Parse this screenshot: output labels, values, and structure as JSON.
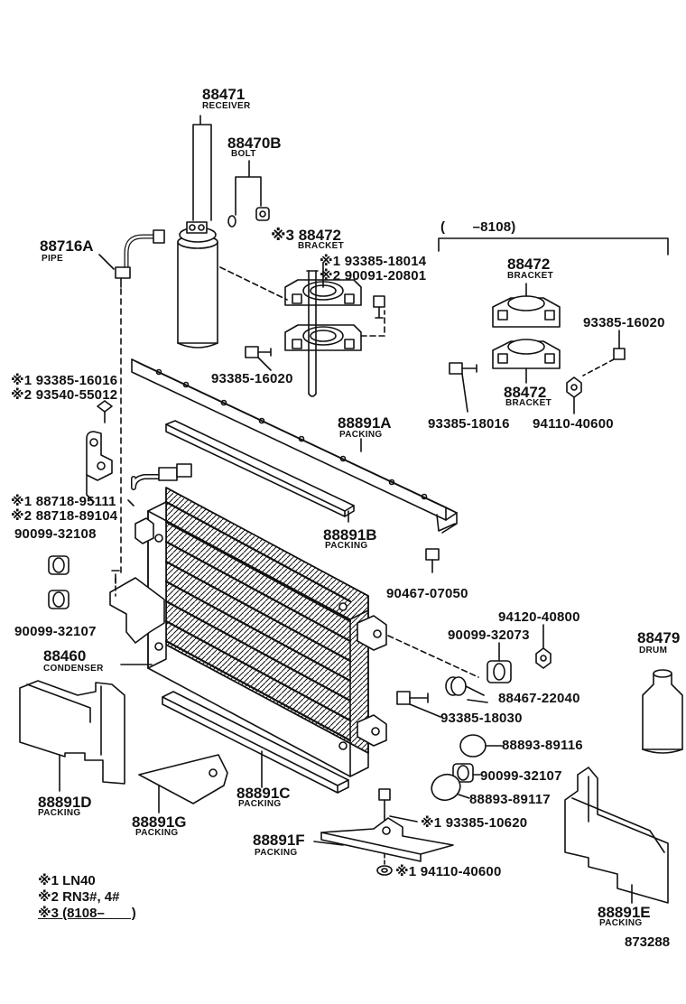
{
  "parts": {
    "receiver": {
      "number": "88471",
      "name": "RECEIVER"
    },
    "bolt": {
      "number": "88470B",
      "name": "BOLT"
    },
    "bracket_main": {
      "mark": "※3",
      "number": "88472",
      "name": "BRACKET"
    },
    "bracket_bolt": {
      "v1": "※1 93385-18014",
      "v2": "※2 90091-20801"
    },
    "pipe": {
      "number": "88716A",
      "name": "PIPE"
    },
    "bolt_93385_16020_a": {
      "number": "93385-16020"
    },
    "screw_16016": {
      "v1": "※1 93385-16016",
      "v2": "※2 93540-55012"
    },
    "packing_a": {
      "number": "88891A",
      "name": "PACKING"
    },
    "packing_b": {
      "number": "88891B",
      "name": "PACKING"
    },
    "bracket_88718": {
      "v1": "※1 88718-95111",
      "v2": "※2 88718-89104"
    },
    "grommet_32108": {
      "number": "90099-32108"
    },
    "grommet_32107_a": {
      "number": "90099-32107"
    },
    "condenser": {
      "number": "88460",
      "name": "CONDENSER"
    },
    "bolt_90467": {
      "number": "90467-07050"
    },
    "nut_94120": {
      "number": "94120-40800"
    },
    "grommet_32073": {
      "number": "90099-32073"
    },
    "drum": {
      "number": "88479",
      "name": "DRUM"
    },
    "cushion_88467": {
      "number": "88467-22040"
    },
    "bolt_18030": {
      "number": "93385-18030"
    },
    "plug_89116": {
      "number": "88893-89116"
    },
    "grommet_32107_b": {
      "number": "90099-32107"
    },
    "plug_89117": {
      "number": "88893-89117"
    },
    "bolt_10620": {
      "number": "※1 93385-10620"
    },
    "packing_c": {
      "number": "88891C",
      "name": "PACKING"
    },
    "packing_d": {
      "number": "88891D",
      "name": "PACKING"
    },
    "packing_g": {
      "number": "88891G",
      "name": "PACKING"
    },
    "packing_f": {
      "number": "88891F",
      "name": "PACKING"
    },
    "nut_94110_b": {
      "number": "※1 94110-40600"
    },
    "packing_e": {
      "number": "88891E",
      "name": "PACKING"
    }
  },
  "alt_group": {
    "range": "(　　–8108)",
    "bracket_upper": {
      "number": "88472",
      "name": "BRACKET"
    },
    "bracket_lower": {
      "number": "88472",
      "name": "BRACKET"
    },
    "bolt_16020": {
      "number": "93385-16020"
    },
    "bolt_18016": {
      "number": "93385-18016"
    },
    "nut_40600": {
      "number": "94110-40600"
    }
  },
  "legend": {
    "line1": "※1 LN40",
    "line2": "※2 RN3#, 4#",
    "line3": "※3 (8108–　　)"
  },
  "illustration_id": "873288"
}
